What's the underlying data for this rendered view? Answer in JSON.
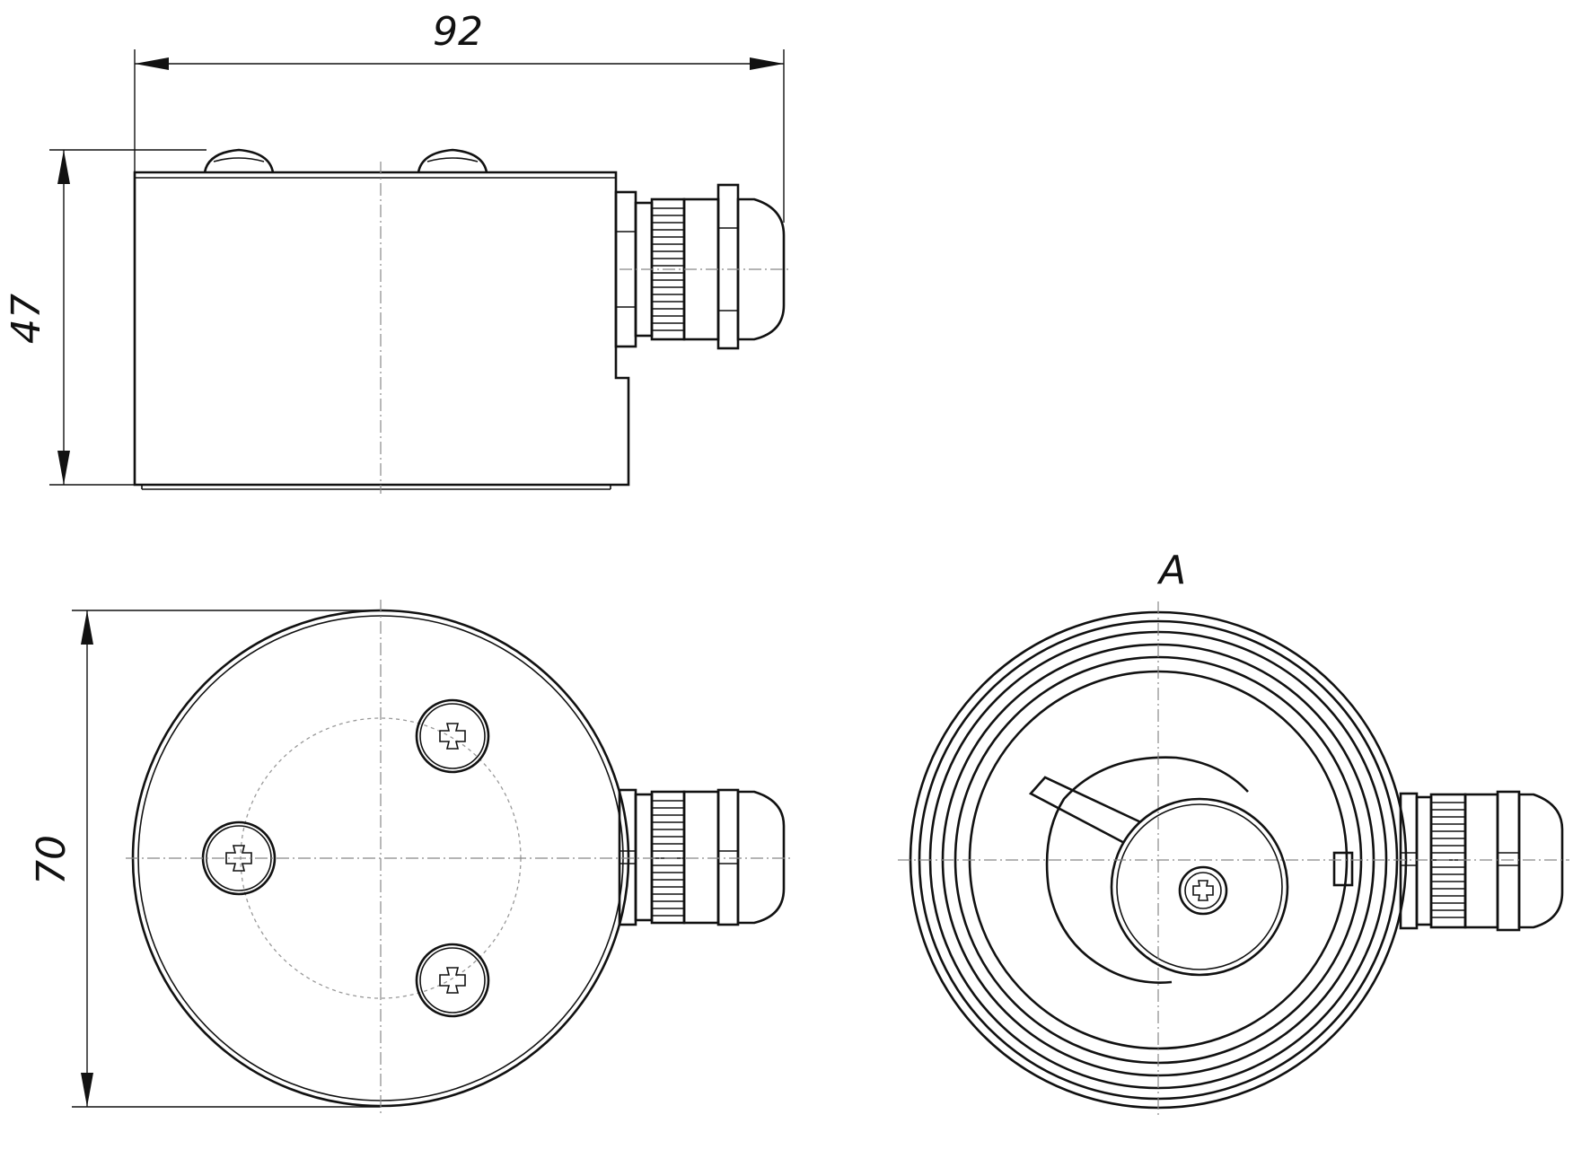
{
  "dimensions": {
    "length": "92",
    "height": "47",
    "diameter": "70"
  },
  "view_labels": {
    "view_a": "A"
  }
}
